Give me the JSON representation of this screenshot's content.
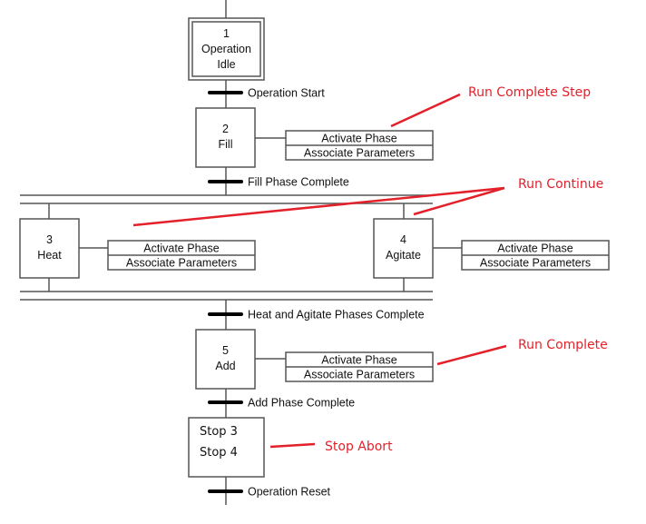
{
  "colors": {
    "line": "#555555",
    "annotation": "#e3212b",
    "text": "#111111"
  },
  "steps": {
    "step1": {
      "number": "1",
      "name_line1": "Operation",
      "name_line2": "Idle",
      "initial": true
    },
    "step2": {
      "number": "2",
      "name": "Fill"
    },
    "step3": {
      "number": "3",
      "name": "Heat"
    },
    "step4": {
      "number": "4",
      "name": "Agitate"
    },
    "step5": {
      "number": "5",
      "name": "Add"
    },
    "stop": {
      "line1": "Stop 3",
      "line2": "Stop 4"
    }
  },
  "actions": {
    "activate": "Activate Phase",
    "associate": "Associate Parameters"
  },
  "transitions": {
    "t1": "Operation Start",
    "t2": "Fill Phase Complete",
    "t3": "Heat and Agitate Phases Complete",
    "t4": "Add Phase Complete",
    "t5": "Operation Reset"
  },
  "annotations": {
    "run_complete_step": "Run Complete Step",
    "run_continue": "Run Continue",
    "run_complete": "Run Complete",
    "stop_abort": "Stop Abort"
  }
}
